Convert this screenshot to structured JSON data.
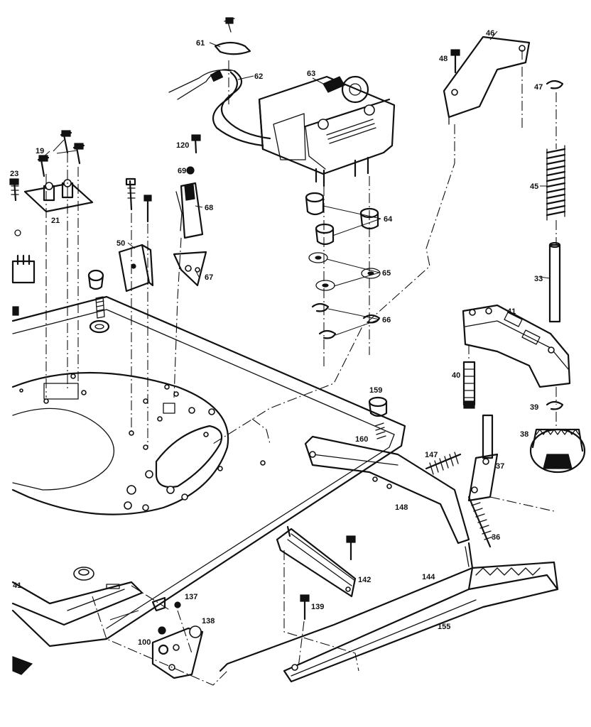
{
  "labels": {
    "p61": "61",
    "p62": "62",
    "p63": "63",
    "p46": "46",
    "p48": "48",
    "p47": "47",
    "p45": "45",
    "p33": "33",
    "p41a": "41",
    "p40": "40",
    "p39": "39",
    "p38": "38",
    "p37": "37",
    "p36": "36",
    "p19": "19",
    "p23": "23",
    "p21": "21",
    "p120": "120",
    "p69": "69",
    "p68": "68",
    "p50": "50",
    "p67": "67",
    "p64": "64",
    "p65": "65",
    "p66": "66",
    "p159": "159",
    "p160": "160",
    "p147": "147",
    "p148": "148",
    "p142": "142",
    "p144": "144",
    "p155": "155",
    "p139": "139",
    "p137": "137",
    "p138": "138",
    "p100": "100",
    "p41b": "41"
  }
}
